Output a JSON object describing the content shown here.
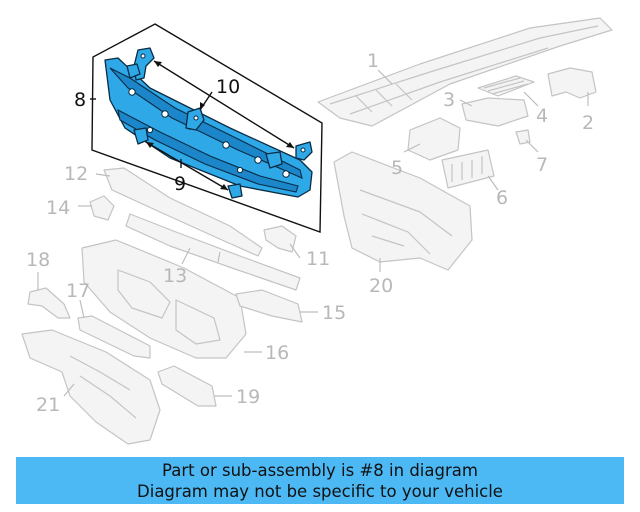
{
  "callouts": {
    "c1": "1",
    "c2": "2",
    "c3": "3",
    "c4": "4",
    "c5": "5",
    "c6": "6",
    "c7": "7",
    "c8": "8",
    "c9": "9",
    "c10": "10",
    "c11": "11",
    "c12": "12",
    "c13": "13",
    "c14": "14",
    "c15": "15",
    "c16": "16",
    "c17": "17",
    "c18": "18",
    "c19": "19",
    "c20": "20",
    "c21": "21"
  },
  "highlighted_part": "8",
  "colors": {
    "highlight": "#2fa8e8",
    "banner": "#4cb8f4",
    "ghost": "#c4c4c4"
  },
  "banner": {
    "line1": "Part or sub-assembly is #8 in diagram",
    "line2": "Diagram may not be specific to your vehicle"
  }
}
